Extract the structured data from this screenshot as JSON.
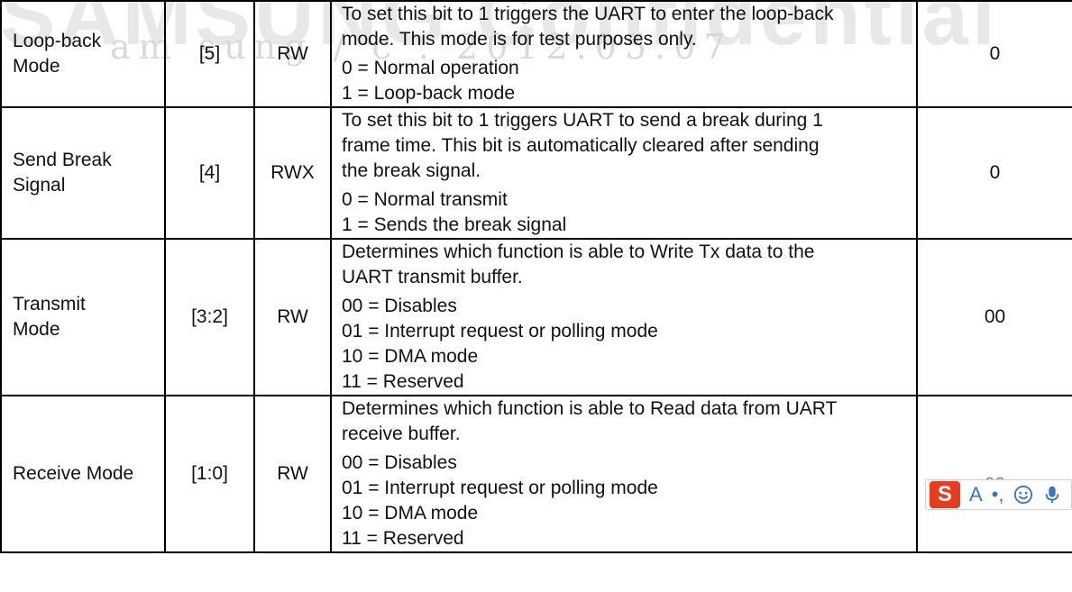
{
  "watermark": {
    "top_text": "SAMSUNG Confidential",
    "line_text": "am sung / c . 2012.05.07"
  },
  "rows": [
    {
      "name": "Loop-back Mode",
      "bit": "[5]",
      "type": "RW",
      "desc": [
        "To set this bit to 1 triggers the UART to enter the loop-back",
        "mode. This mode is for test purposes only."
      ],
      "options": [
        "0 = Normal operation",
        "1 = Loop-back mode"
      ],
      "reset": "0"
    },
    {
      "name": "Send Break Signal",
      "bit": "[4]",
      "type": "RWX",
      "desc": [
        "To set this bit to 1 triggers UART to send a break during 1",
        "frame time. This bit is automatically cleared after sending",
        "the break signal."
      ],
      "options": [
        "0 = Normal transmit",
        "1 = Sends the break signal"
      ],
      "reset": "0"
    },
    {
      "name": "Transmit Mode",
      "bit": "[3:2]",
      "type": "RW",
      "desc": [
        "Determines which function is able to Write Tx data to the",
        "UART transmit buffer."
      ],
      "options": [
        "00 = Disables",
        "01 = Interrupt request or polling mode",
        "10 = DMA mode",
        "11 = Reserved"
      ],
      "reset": "00"
    },
    {
      "name": "Receive Mode",
      "bit": "[1:0]",
      "type": "RW",
      "desc": [
        "Determines which function is able to Read data from UART",
        "receive buffer."
      ],
      "options": [
        "00 = Disables",
        "01 = Interrupt request or polling mode",
        "10 = DMA mode",
        "11 = Reserved"
      ],
      "reset": "00"
    }
  ],
  "ime_toolbar": {
    "logo": "S",
    "mode": "A",
    "punct": "•,",
    "icons": [
      "smiley-icon",
      "microphone-icon"
    ]
  }
}
